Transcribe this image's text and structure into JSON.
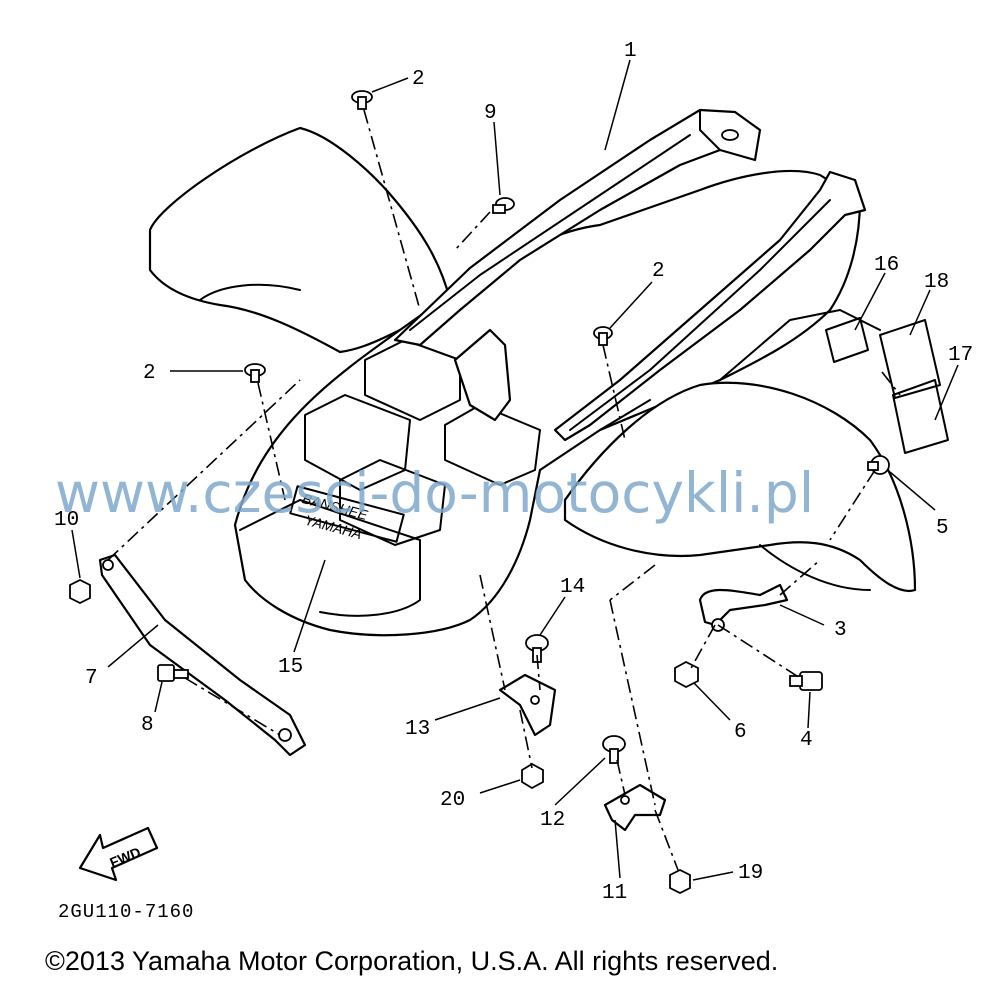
{
  "callouts": {
    "c1": "1",
    "c2a": "2",
    "c2b": "2",
    "c2c": "2",
    "c3": "3",
    "c4": "4",
    "c5": "5",
    "c6": "6",
    "c7": "7",
    "c8": "8",
    "c9": "9",
    "c10": "10",
    "c11": "11",
    "c12": "12",
    "c13": "13",
    "c14": "14",
    "c15": "15",
    "c16": "16",
    "c17": "17",
    "c18": "18",
    "c19": "19",
    "c20": "20"
  },
  "emblem": {
    "line1": "BANSHEE",
    "line2": "YAMAHA"
  },
  "fwd_label": "FWD",
  "diagram_code": "2GU110-7160",
  "watermark": "www.czesci-do-motocykli.pl",
  "copyright": "©2013 Yamaha Motor Corporation, U.S.A. All rights reserved."
}
